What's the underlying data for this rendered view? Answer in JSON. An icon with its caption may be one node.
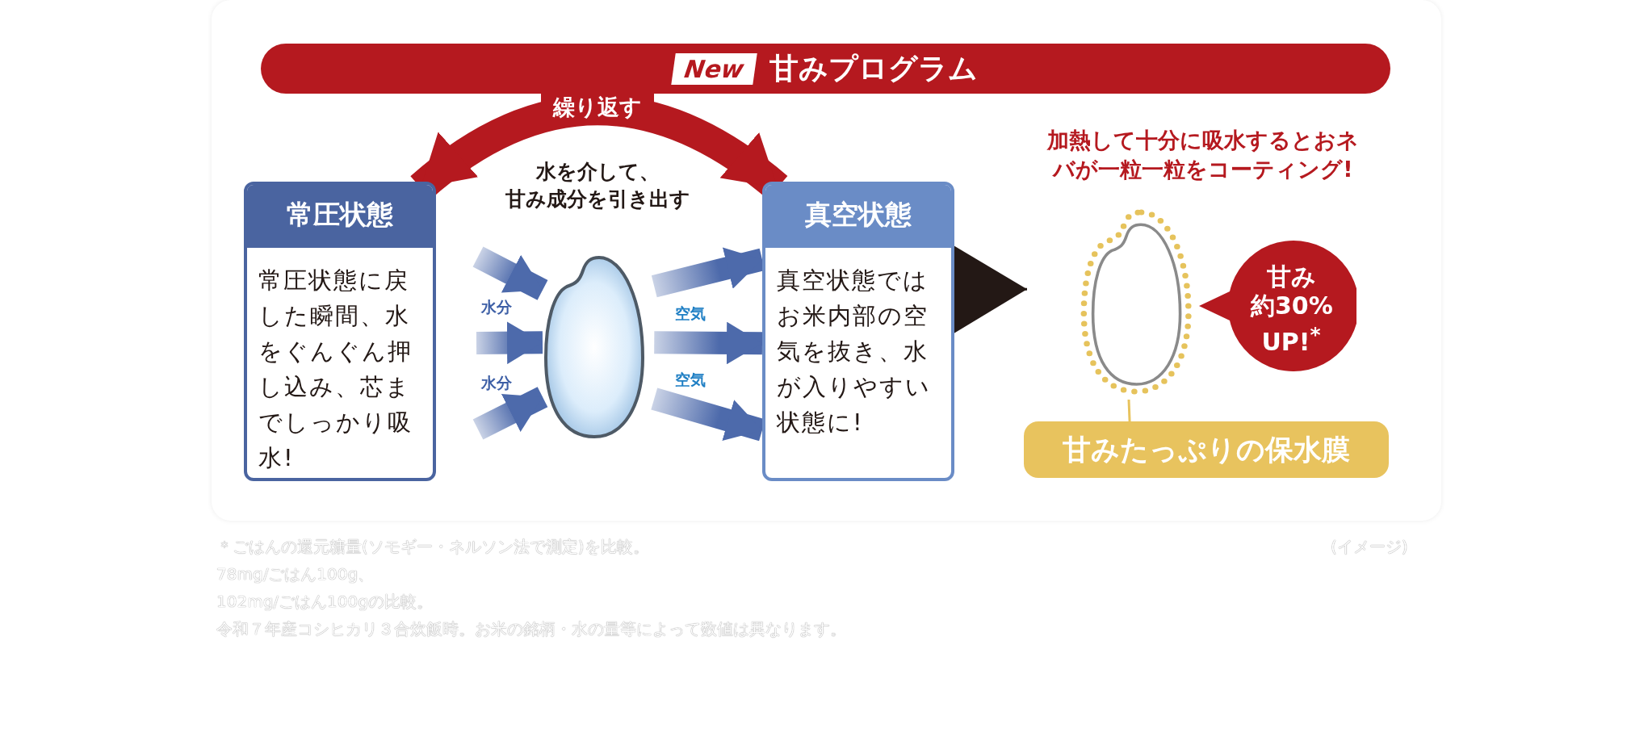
{
  "diagram": {
    "nodes": [
      {
        "text": [
          "New",
          "甘みプログラム"
        ]
      },
      {
        "text": [
          "常圧状態",
          "常圧状態に戻した瞬間、水をぐんぐん押し込み、芯までしっかり吸水!"
        ]
      },
      {
        "text": [],
        "shape": "picture"
      },
      {
        "text": [
          "真空状態",
          "真空状態ではお米内部の空気を抜き、水が入りやすい状態に!"
        ]
      },
      {
        "text": [],
        "shape": "picture"
      },
      {
        "text": [
          "甘み",
          "約30%",
          "UP!$^{*}$"
        ]
      },
      {
        "text": [
          "甘みたっぷりの保水膜"
        ]
      }
    ],
    "edges": [
      {
        "from": 1,
        "to": 3,
        "arrow": "both",
        "label": "繰り返す",
        "style": "thick",
        "color": "#b5191f"
      },
      {
        "from": null,
        "to": 2,
        "arrow": "to",
        "style": "thick"
      },
      {
        "from": null,
        "to": 2,
        "arrow": "to",
        "style": "thick"
      },
      {
        "from": null,
        "to": 2,
        "arrow": "to",
        "style": "thick"
      },
      {
        "from": 2,
        "to": 3,
        "arrow": "to",
        "style": "thick"
      },
      {
        "from": 2,
        "to": 3,
        "arrow": "to",
        "style": "thick"
      },
      {
        "from": 2,
        "to": 3,
        "arrow": "to",
        "style": "thick"
      },
      {
        "from": 3,
        "to": 4,
        "arrow": "to",
        "color": "#231815"
      },
      {
        "from": 6,
        "to": 4,
        "arrow": "none",
        "color": "#e8c35e"
      }
    ],
    "labels": [
      "水を介して、甘み成分を引き出す",
      "水分",
      "水分",
      "空気",
      "空気",
      "加熱して十分に吸水するとおネバが一粒一粒をコーティング!",
      "＊ごはんの還元糖量(ソモギー・ネルソン法で測定)を比較。",
      "78mg/ごはん100g、",
      "102mg/ごはん100gの比較。",
      "令和７年産コシヒカリ３合炊飯時。お米の銘柄・水の量等によって数値は異なります。",
      "(イメージ)"
    ]
  }
}
